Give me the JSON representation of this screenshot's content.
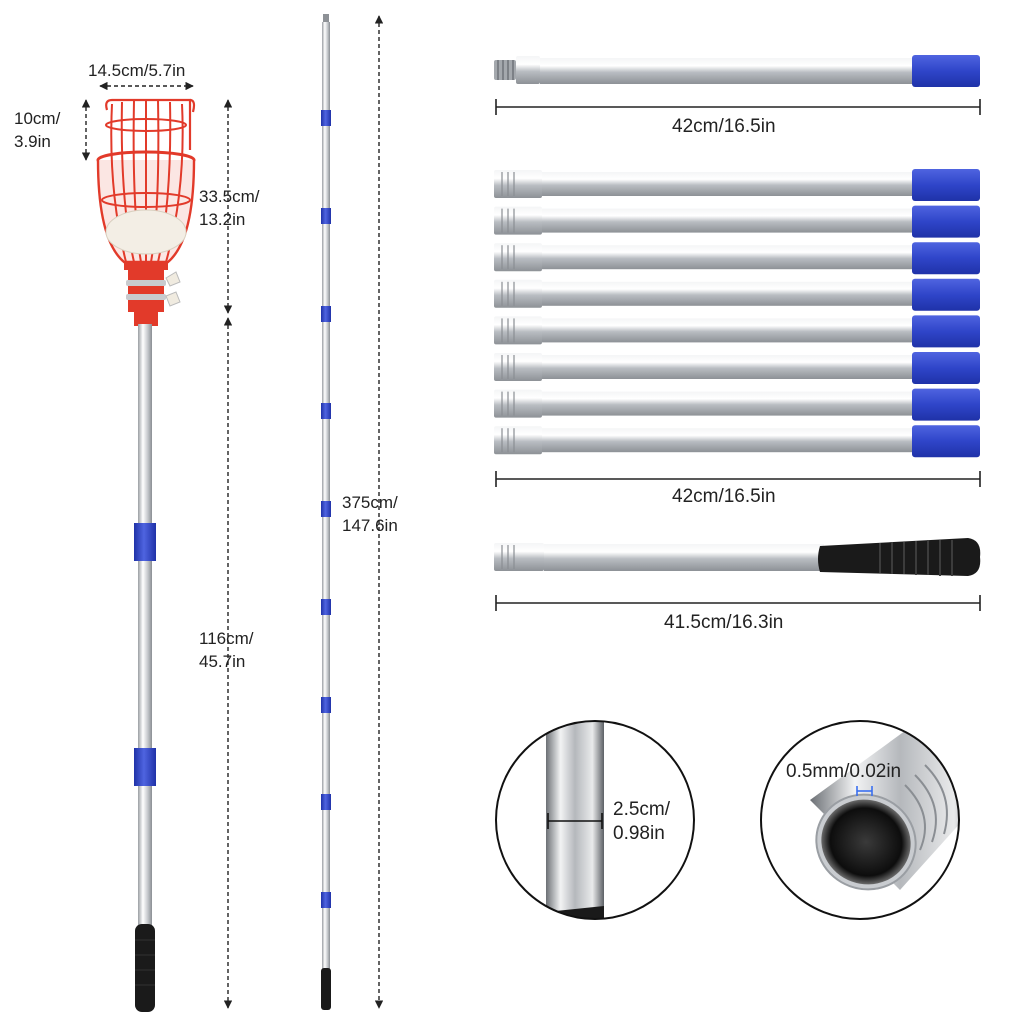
{
  "labels": {
    "basket_width": "14.5cm/5.7in",
    "basket_top_height_1": "10cm/",
    "basket_top_height_2": "3.9in",
    "basket_height_1": "33.5cm/",
    "basket_height_2": "13.2in",
    "pole_length_1": "116cm/",
    "pole_length_2": "45.7in",
    "total_length_1": "375cm/",
    "total_length_2": "147.6in",
    "top_section_length": "42cm/16.5in",
    "mid_section_length": "42cm/16.5in",
    "handle_section_length": "41.5cm/16.3in",
    "diameter_1": "2.5cm/",
    "diameter_2": "0.98in",
    "wall_thickness": "0.5mm/0.02in"
  },
  "counts": {
    "middle_sections": 8
  },
  "colors": {
    "basket_red": "#e23a2a",
    "blue_band": "#2f45c9",
    "steel": "#c9ccd0",
    "grip_black": "#1a1a1a"
  }
}
